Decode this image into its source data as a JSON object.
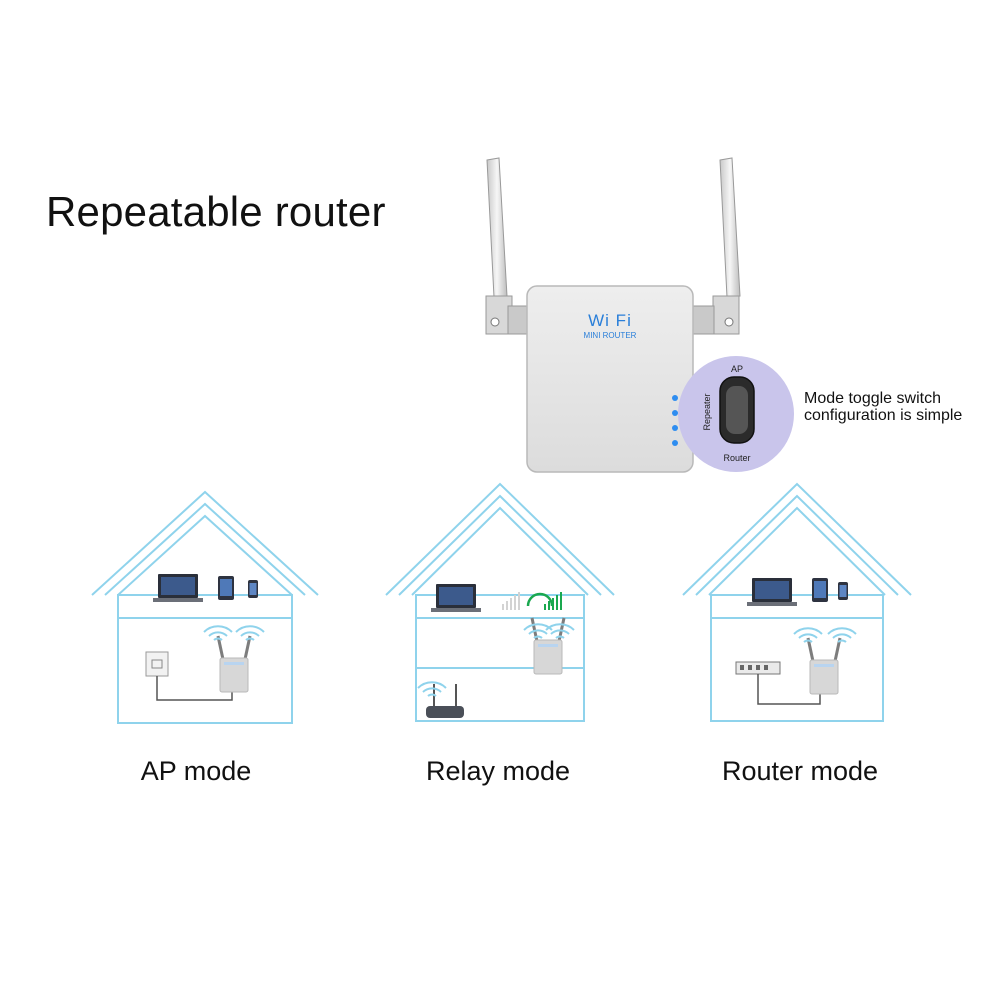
{
  "title": "Repeatable router",
  "router": {
    "brand": "Wi Fi",
    "model": "MINI ROUTER",
    "switch_top": "AP",
    "switch_side": "Repeater",
    "switch_bottom": "Router"
  },
  "callout": {
    "line1": "Mode toggle switch",
    "line2": "configuration is simple"
  },
  "modes": [
    {
      "label": "AP mode"
    },
    {
      "label": "Relay mode"
    },
    {
      "label": "Router mode"
    }
  ],
  "colors": {
    "house_line": "#8fd3ec",
    "switch_bg": "#c9c5eb",
    "led": "#2e8df0",
    "brand_text": "#2a7fd9",
    "signal_green": "#1aa84f"
  }
}
